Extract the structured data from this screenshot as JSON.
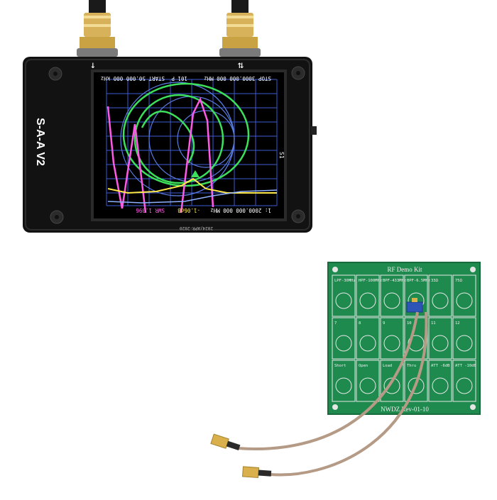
{
  "device": {
    "side_label": "S-A-A V2",
    "port_labels": [
      "↓",
      "⇅"
    ],
    "serial_text": "2024/APR-2020",
    "screen": {
      "top_text_left": "STOP 3000.000 000 MHz",
      "top_text_mid": "101 P",
      "top_text_right": "START 50.000 000 kHz",
      "bottom_text_left": "1: 2000.000 000 MHz",
      "bottom_text_mid": "-1.06dB",
      "bottom_text_right": "SWR 1.096",
      "side_marker": "S1"
    }
  },
  "board": {
    "title": "RF Demo Kit",
    "footer": "NWDZ Rev-01-10",
    "cells": [
      "LPF-30MHz",
      "HPF-100MHz",
      "BPF-433MHz",
      "BPF-6.5MHz",
      "33Ω",
      "75Ω",
      "7",
      "8",
      "9",
      "10",
      "11",
      "12",
      "Short",
      "Open",
      "Load",
      "Thru",
      "ATT -6dB",
      "ATT -10dB"
    ]
  },
  "colors": {
    "device_body": "#111111",
    "screen_bg": "#000000",
    "grid": "#3a5bd6",
    "trace_green": "#3de05a",
    "trace_magenta": "#ff5ae6",
    "trace_yellow": "#ffe94a",
    "pcb": "#1e8a4e",
    "gold": "#d9b04b",
    "cable": "#b59a86"
  }
}
